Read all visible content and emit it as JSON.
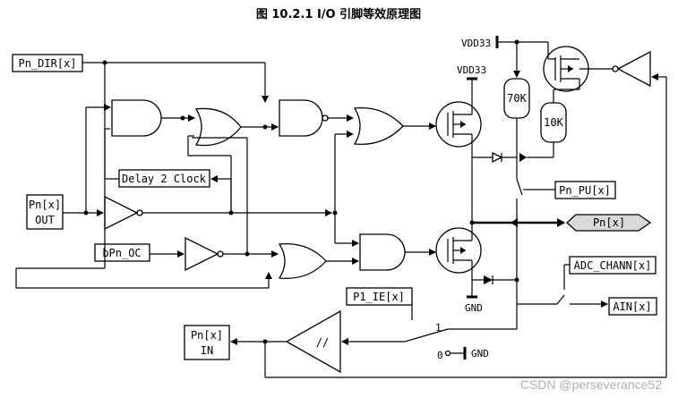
{
  "title": "图 10.2.1 I/O 引脚等效原理图",
  "labels": {
    "pn_dir": "Pn_DIR[x]",
    "pn_out_line1": "Pn[x]",
    "pn_out_line2": "OUT",
    "delay": "Delay 2 Clock",
    "bpn_oc": "bPn_OC",
    "p1_ie": "P1_IE[x]",
    "pn_in_line1": "Pn[x]",
    "pn_in_line2": "IN",
    "vdd33_top": "VDD33",
    "vdd33_mid": "VDD33",
    "gnd_mos": "GND",
    "gnd_switch": "GND",
    "r70k": "70K",
    "r10k": "10K",
    "pn_pu": "Pn_PU[x]",
    "pn_pin": "Pn[x]",
    "adc_chann": "ADC_CHANN[x]",
    "ain": "AIN[x]",
    "buffer_mark": "//",
    "switch_one": "1",
    "switch_zero": "0"
  },
  "watermark": "CSDN @perseverance52"
}
